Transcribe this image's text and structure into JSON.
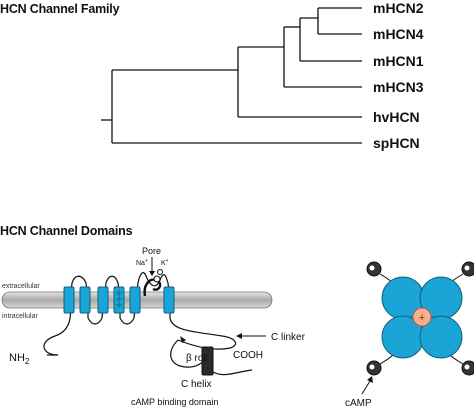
{
  "tree": {
    "title": "HCN Channel Family",
    "leaves": [
      "mHCN2",
      "mHCN4",
      "mHCN1",
      "mHCN3",
      "hvHCN",
      "spHCN"
    ]
  },
  "domains": {
    "title": "HCN Channel Domains",
    "labels": {
      "extracellular": "extracellular",
      "intracellular": "intracellular",
      "pore": "Pore",
      "na": "Na",
      "na_sup": "+",
      "k": "K",
      "k_sup": "+",
      "nh": "NH",
      "nh_sub": "2",
      "c_linker": "C linker",
      "beta_roll": "β roll",
      "cooh": "COOH",
      "c_helix": "C helix",
      "camp_domain": "cAMP binding domain",
      "camp": "cAMP",
      "plus": "+"
    }
  },
  "colors": {
    "segment": "#1aa5d6",
    "segment_stroke": "#0f5e7c",
    "membrane": "#bdbdbd",
    "center_subunit": "#f5b08f",
    "text": "#111111"
  }
}
